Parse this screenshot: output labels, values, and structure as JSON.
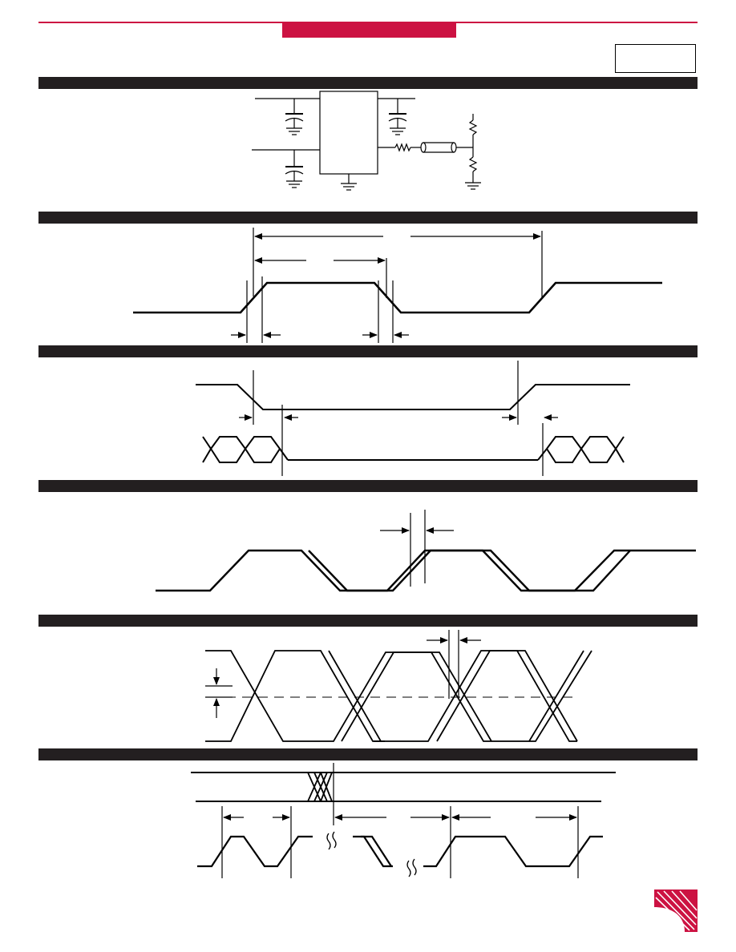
{
  "colors": {
    "brand": "#cc1242",
    "bar": "#231f20",
    "ink": "#000000",
    "paper": "#ffffff"
  },
  "header": {
    "title": "",
    "part_number": ""
  },
  "sections": [
    {
      "id": "test-circuit",
      "label": ""
    },
    {
      "id": "output-waveform",
      "label": ""
    },
    {
      "id": "enable-timing",
      "label": ""
    },
    {
      "id": "output-skew",
      "label": ""
    },
    {
      "id": "crosspoint-jitter",
      "label": ""
    },
    {
      "id": "period-jitter",
      "label": ""
    }
  ],
  "icons": {
    "logo": "company-logo-icon",
    "capacitor": "capacitor-icon",
    "resistor": "resistor-icon",
    "ground": "ground-icon",
    "transmission_line": "coax-line-icon",
    "break": "time-break-icon"
  }
}
